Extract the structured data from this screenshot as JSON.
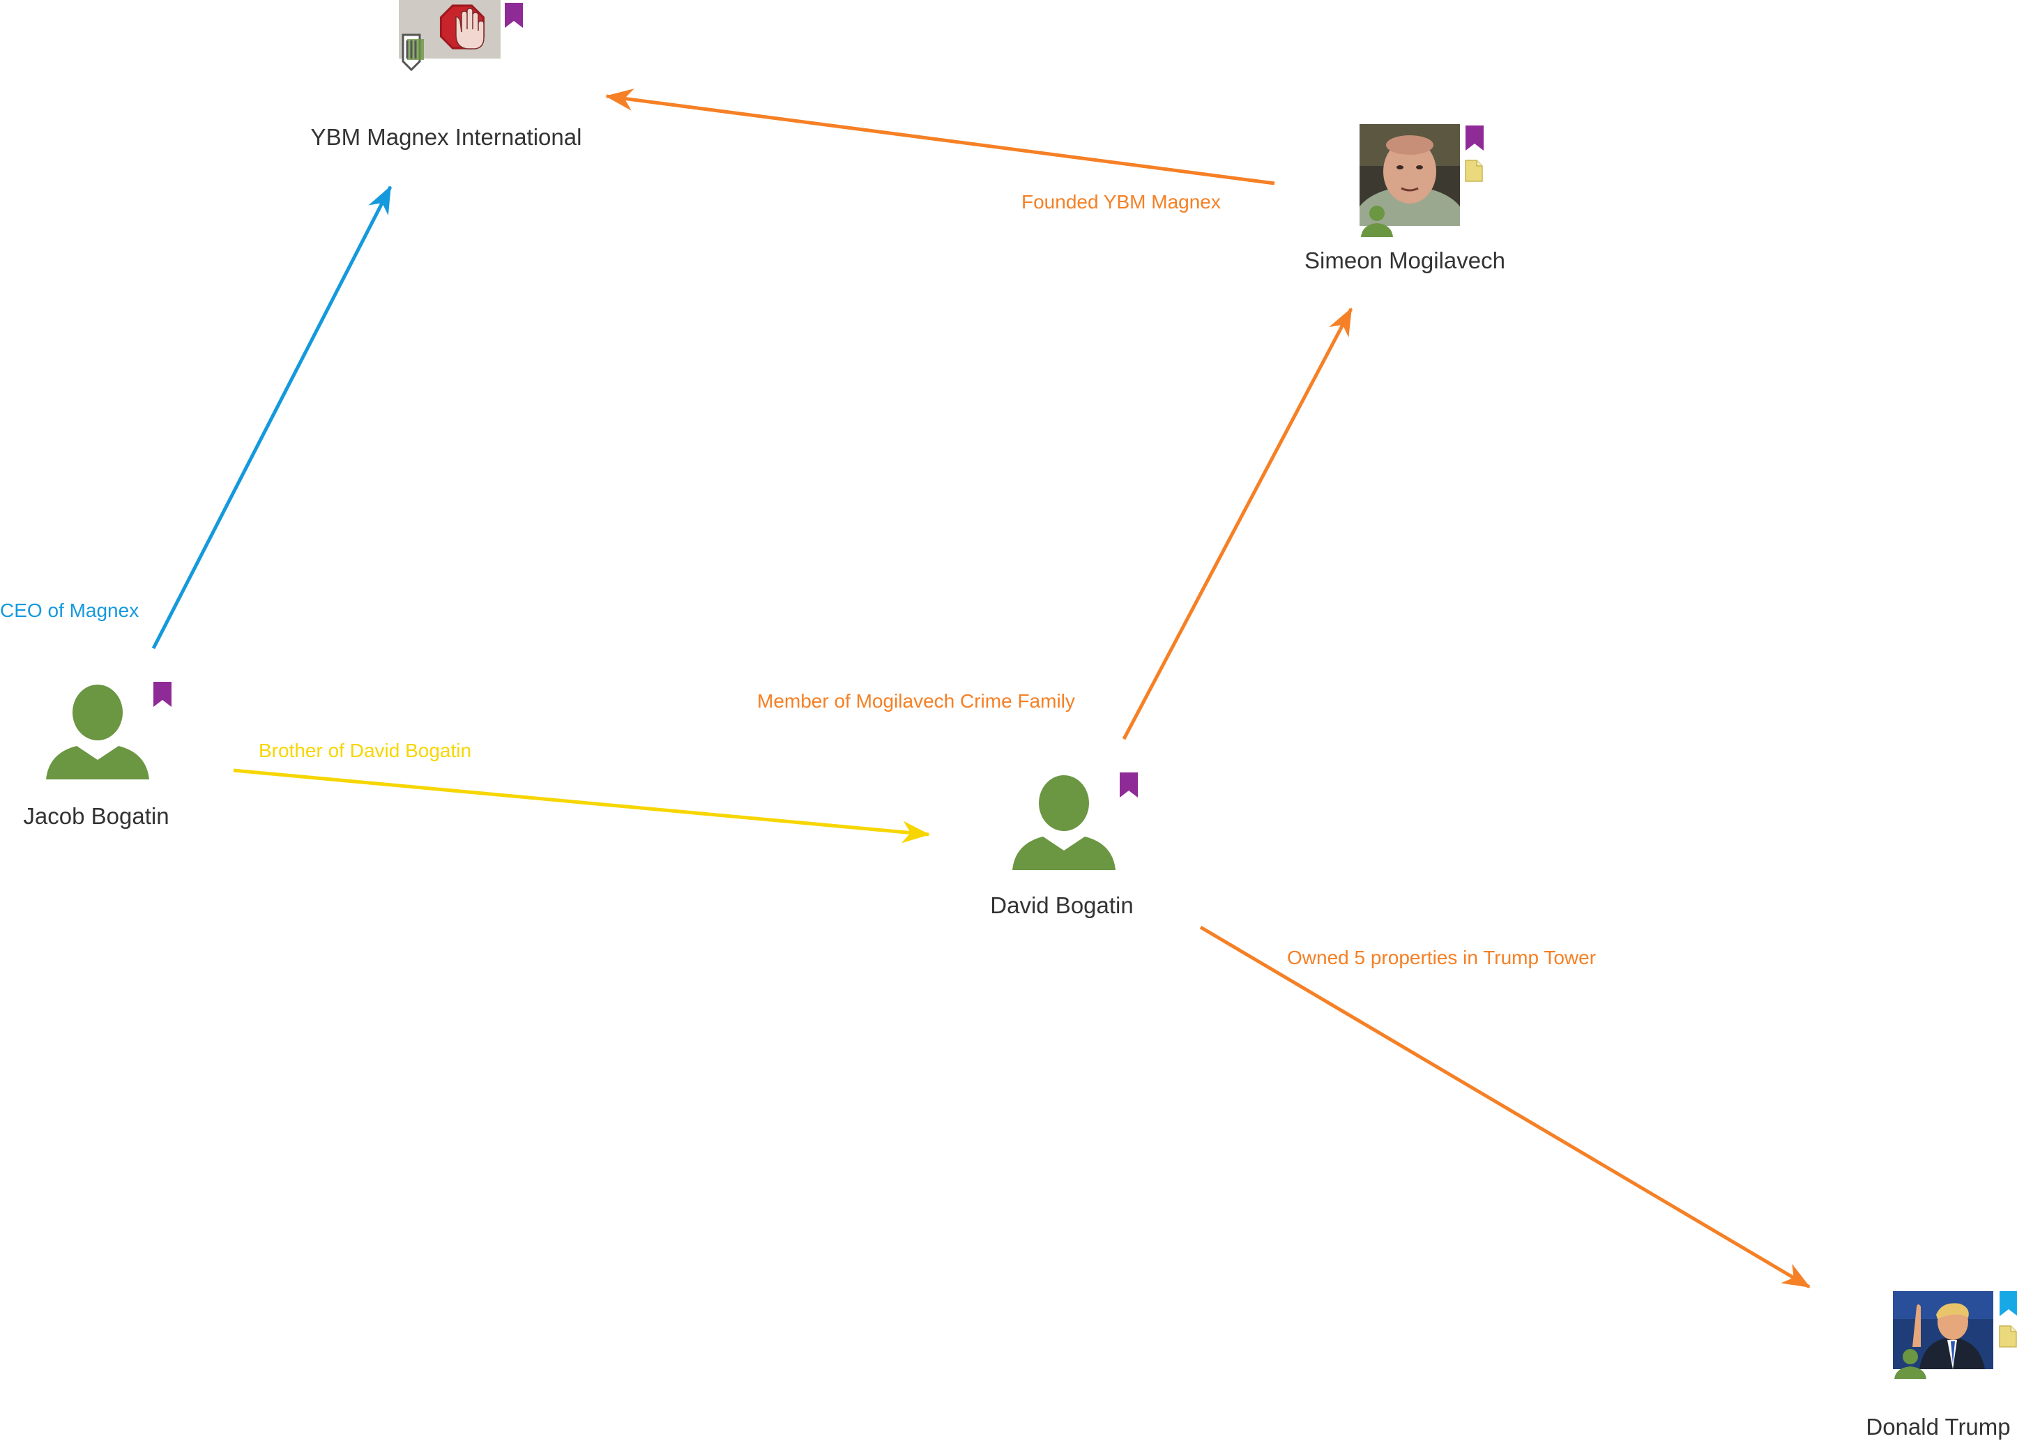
{
  "colors": {
    "orange": "#f58025",
    "blue": "#1599dd",
    "yellow": "#f7d600",
    "person_green": "#6b9642",
    "bookmark_purple": "#8e2b97",
    "bookmark_blue": "#19a8e6",
    "note_yellow": "#ead97d",
    "label_text": "#333333"
  },
  "nodes": {
    "ybm": {
      "label": "YBM Magnex International",
      "icon": "stop-hand-icon",
      "badges": [
        "bookmark-icon",
        "attachment-icon"
      ]
    },
    "simeon": {
      "label": "Simeon Mogilavech",
      "icon": "person-photo",
      "badges": [
        "bookmark-icon",
        "note-icon",
        "person-icon"
      ]
    },
    "jacob": {
      "label": "Jacob Bogatin",
      "icon": "person-icon",
      "badges": [
        "bookmark-icon"
      ]
    },
    "david": {
      "label": "David Bogatin",
      "icon": "person-icon",
      "badges": [
        "bookmark-icon"
      ]
    },
    "trump": {
      "label": "Donald Trump",
      "icon": "person-photo",
      "badges": [
        "bookmark-icon",
        "note-icon",
        "person-icon"
      ]
    }
  },
  "links": {
    "ceo": {
      "label": "CEO of Magnex",
      "from": "Jacob Bogatin",
      "to": "YBM Magnex International",
      "color": "#1599dd"
    },
    "founded": {
      "label": "Founded YBM Magnex",
      "from": "Simeon Mogilavech",
      "to": "YBM Magnex International",
      "color": "#f58025"
    },
    "brother": {
      "label": "Brother of David Bogatin",
      "from": "Jacob Bogatin",
      "to": "David Bogatin",
      "color": "#f7d600"
    },
    "member": {
      "label": "Member of Mogilavech Crime Family",
      "from": "David Bogatin",
      "to": "Simeon Mogilavech",
      "color": "#f58025"
    },
    "owned": {
      "label": "Owned 5 properties in Trump Tower",
      "from": "David Bogatin",
      "to": "Donald Trump",
      "color": "#f58025"
    }
  }
}
